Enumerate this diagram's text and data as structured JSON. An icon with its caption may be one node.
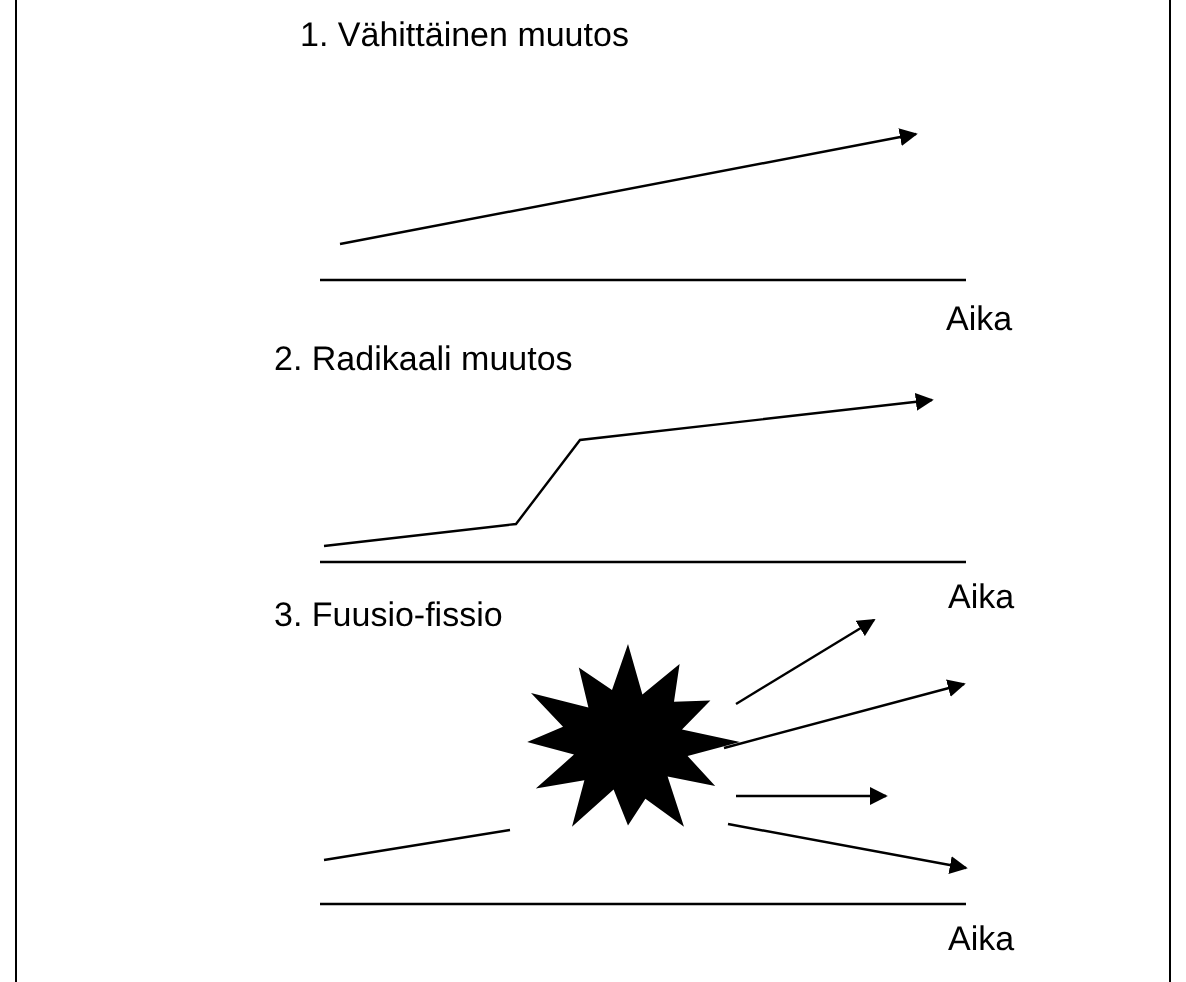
{
  "diagram": {
    "labels": [
      "1. Vähittäinen muutos",
      "Aika",
      "2. Radikaali muutos",
      "Aika",
      "3. Fuusio-fissio",
      "Aika"
    ]
  }
}
